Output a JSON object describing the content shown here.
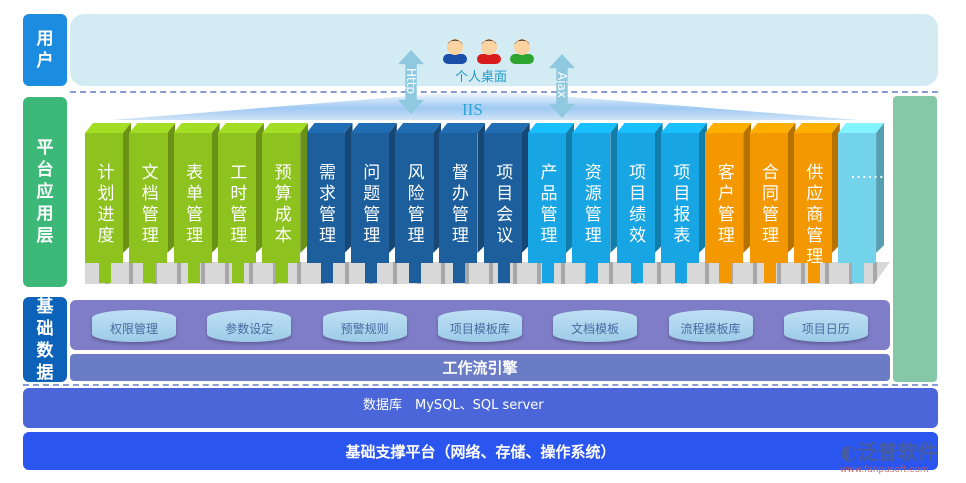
{
  "layers": {
    "user": "用户",
    "platform": "平台应用层",
    "base": "基础数据"
  },
  "top": {
    "desk_label": "个人桌面",
    "http": "Http",
    "ajax": "Ajax",
    "iis": "IIS"
  },
  "modules": [
    {
      "label": "计划进度",
      "color": "#8dc21f"
    },
    {
      "label": "文档管理",
      "color": "#8dc21f"
    },
    {
      "label": "表单管理",
      "color": "#8dc21f"
    },
    {
      "label": "工时管理",
      "color": "#8dc21f"
    },
    {
      "label": "预算成本",
      "color": "#8dc21f"
    },
    {
      "label": "需求管理",
      "color": "#1d5f9c"
    },
    {
      "label": "问题管理",
      "color": "#1d5f9c"
    },
    {
      "label": "风险管理",
      "color": "#1d5f9c"
    },
    {
      "label": "督办管理",
      "color": "#1d5f9c"
    },
    {
      "label": "项目会议",
      "color": "#1d5f9c"
    },
    {
      "label": "产品管理",
      "color": "#17a6e3"
    },
    {
      "label": "资源管理",
      "color": "#17a6e3"
    },
    {
      "label": "项目绩效",
      "color": "#17a6e3"
    },
    {
      "label": "项目报表",
      "color": "#17a6e3"
    },
    {
      "label": "客户管理",
      "color": "#f39800"
    },
    {
      "label": "合同管理",
      "color": "#f39800"
    },
    {
      "label": "供应商管理",
      "color": "#f39800"
    },
    {
      "label": "……",
      "color": "#72d3ea"
    }
  ],
  "base_items": [
    "权限管理",
    "参数设定",
    "预警规则",
    "项目模板库",
    "文档模板",
    "流程模板库",
    "项目日历"
  ],
  "workflow": "工作流引擎",
  "database": "数据库　MySQL、SQL server",
  "infrastructure": "基础支撑平台（网络、存储、操作系统）",
  "watermark": {
    "name": "泛普软件",
    "url": "www.fanpusoft.com"
  }
}
